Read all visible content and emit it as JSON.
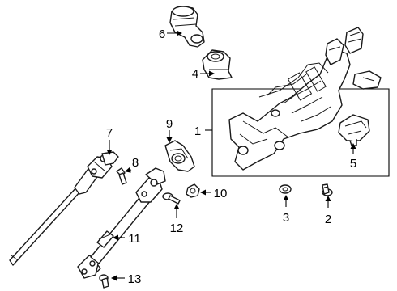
{
  "callouts": [
    {
      "id": "1",
      "text": "1"
    },
    {
      "id": "2",
      "text": "2"
    },
    {
      "id": "3",
      "text": "3"
    },
    {
      "id": "4",
      "text": "4"
    },
    {
      "id": "5",
      "text": "5"
    },
    {
      "id": "6",
      "text": "6"
    },
    {
      "id": "7",
      "text": "7"
    },
    {
      "id": "8",
      "text": "8"
    },
    {
      "id": "9",
      "text": "9"
    },
    {
      "id": "10",
      "text": "10"
    },
    {
      "id": "11",
      "text": "11"
    },
    {
      "id": "12",
      "text": "12"
    },
    {
      "id": "13",
      "text": "13"
    }
  ],
  "parts": [
    {
      "callout": "1",
      "icon": "steering-column-assembly-icon"
    },
    {
      "callout": "2",
      "icon": "bolt-icon"
    },
    {
      "callout": "3",
      "icon": "washer-icon"
    },
    {
      "callout": "4",
      "icon": "lock-housing-icon"
    },
    {
      "callout": "5",
      "icon": "switch-module-icon"
    },
    {
      "callout": "6",
      "icon": "ignition-cylinder-icon"
    },
    {
      "callout": "7",
      "icon": "upper-intermediate-shaft-icon"
    },
    {
      "callout": "8",
      "icon": "pinch-bolt-icon"
    },
    {
      "callout": "9",
      "icon": "boot-seal-icon"
    },
    {
      "callout": "10",
      "icon": "nut-icon"
    },
    {
      "callout": "11",
      "icon": "lower-intermediate-shaft-icon"
    },
    {
      "callout": "12",
      "icon": "bolt-icon"
    },
    {
      "callout": "13",
      "icon": "bolt-icon"
    }
  ]
}
